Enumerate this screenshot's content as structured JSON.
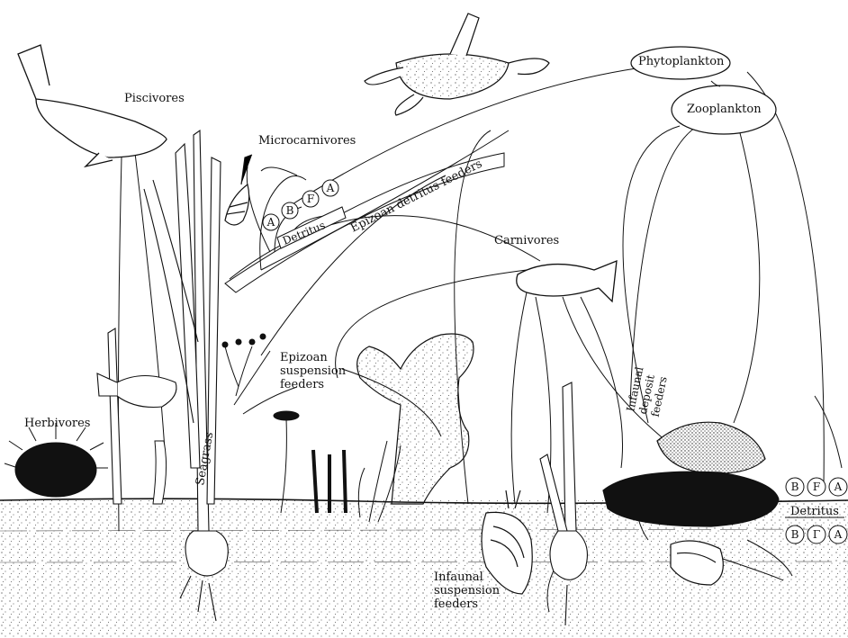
{
  "labels": {
    "piscivores": "Piscivores",
    "microcarnivores": "Microcarnivores",
    "phytoplankton": "Phytoplankton",
    "zooplankton": "Zooplankton",
    "carnivores": "Carnivores",
    "epizoan_detritus_feeders": "Epizoan detritus feeders",
    "epizoan_suspension_feeders": "Epizoan\nsuspension\nfeeders",
    "herbivores": "Herbivores",
    "seagrass": "Seagrass",
    "infaunal_deposit_feeders": "Infaunal\ndeposit\nfeeders",
    "infaunal_suspension_feeders": "Infaunal\nsuspension\nfeeders",
    "detritus": "Detritus"
  },
  "detritus_nodes_left": [
    "A",
    "B",
    "F",
    "A"
  ],
  "detritus_nodes_right_top": [
    "B",
    "F",
    "A"
  ],
  "detritus_nodes_right_bottom": [
    "B",
    "Γ",
    "A"
  ]
}
